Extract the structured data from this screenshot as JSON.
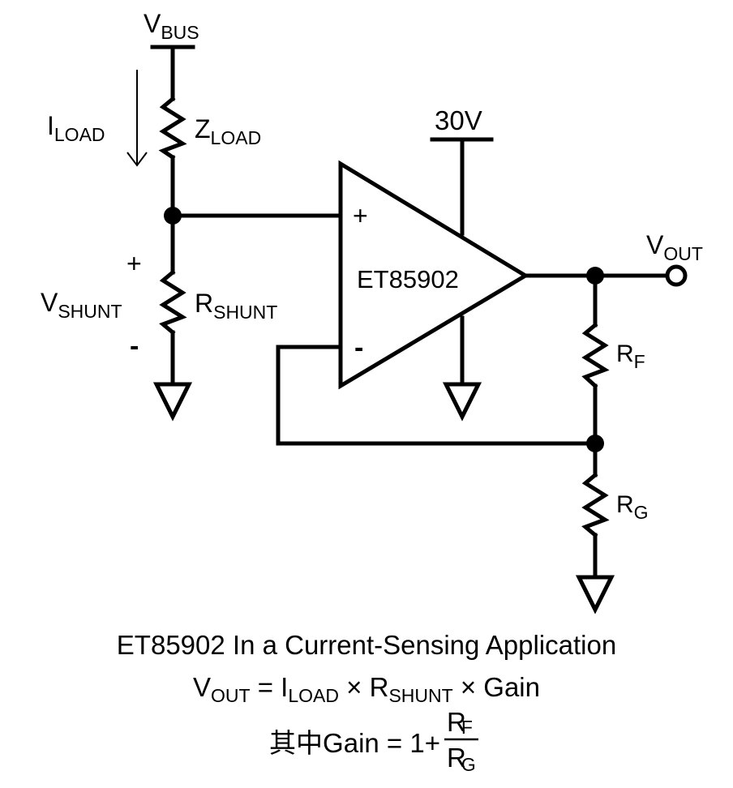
{
  "labels": {
    "vbus_main": "V",
    "vbus_sub": "BUS",
    "iload_main": "I",
    "iload_sub": "LOAD",
    "zload_main": "Z",
    "zload_sub": "LOAD",
    "vshunt_main": "V",
    "vshunt_sub": "SHUNT",
    "rshunt_main": "R",
    "rshunt_sub": "SHUNT",
    "plus_sign": "+",
    "minus_sign": "-",
    "supply": "30V",
    "opamp_plus": "+",
    "opamp_minus": "-",
    "opamp_name": "ET85902",
    "vout_main": "V",
    "vout_sub": "OUT",
    "rf_main": "R",
    "rf_sub": "F",
    "rg_main": "R",
    "rg_sub": "G"
  },
  "caption": {
    "title": "ET85902 In a Current-Sensing Application",
    "eq1_vout": "V",
    "eq1_vout_sub": "OUT",
    "eq1_eq": " = I",
    "eq1_iload_sub": "LOAD",
    "eq1_times1": " × R",
    "eq1_rshunt_sub": "SHUNT",
    "eq1_tail": " × Gain",
    "eq2_prefix": "其中Gain = 1+",
    "eq2_num": "R",
    "eq2_num_sub": "F",
    "eq2_den": "R",
    "eq2_den_sub": "G"
  }
}
